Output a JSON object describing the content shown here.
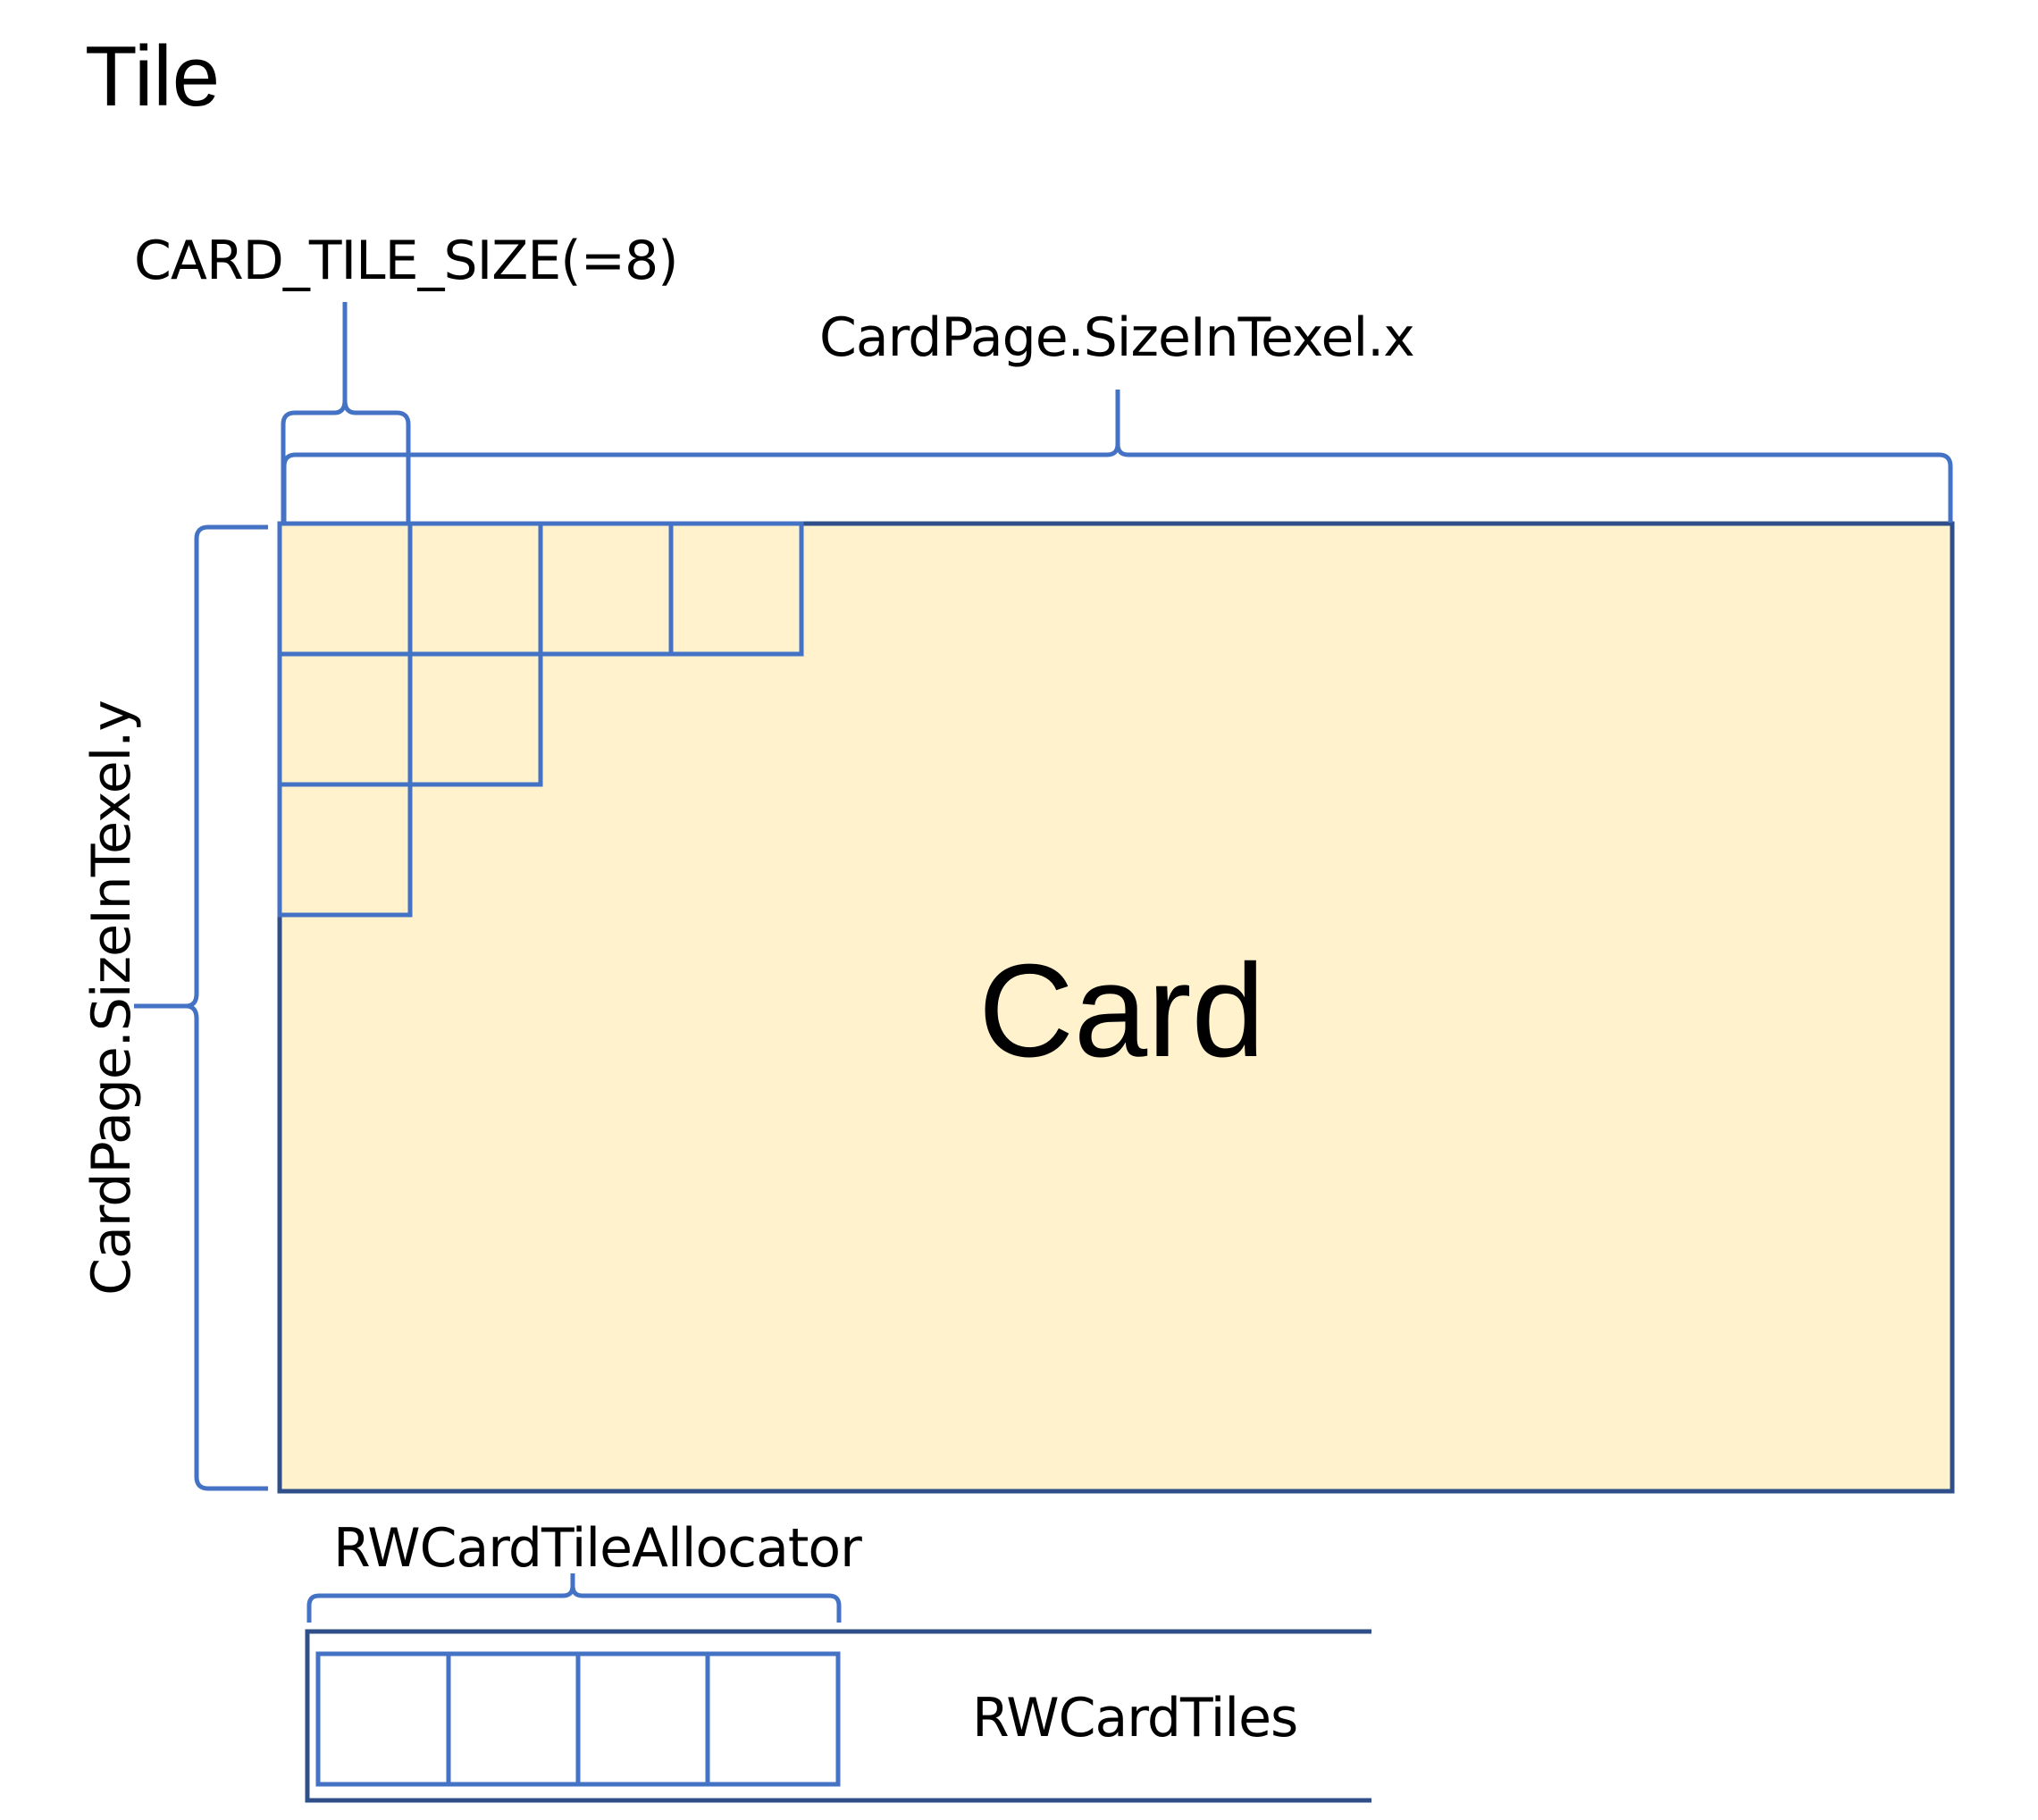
{
  "title": "Tile",
  "labels": {
    "card_tile_size": "CARD_TILE_SIZE(=8)",
    "size_x": "CardPage.SizeInTexel.x",
    "size_y": "CardPage.SizeInTexel.y",
    "card": "Card",
    "allocator": "RWCardTileAllocator",
    "tiles": "RWCardTiles"
  },
  "colors": {
    "card_fill": "#FFF2CC",
    "card_border": "#2F4F8A",
    "tile_stroke": "#4472C4",
    "brace_stroke": "#4472C4",
    "text": "#000000"
  }
}
